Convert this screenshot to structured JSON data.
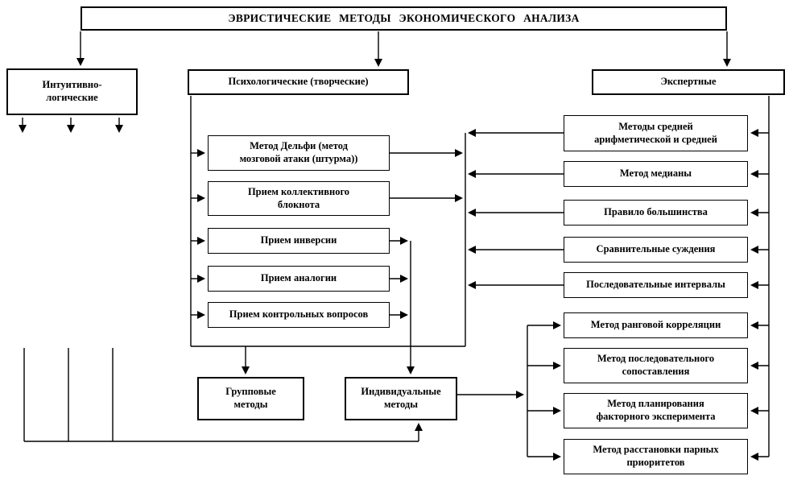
{
  "diagram": {
    "title": "ЭВРИСТИЧЕСКИЕ МЕТОДЫ ЭКОНОМИЧЕСКОГО АНАЛИЗА",
    "categories": {
      "intuitive": "Интуитивно-\nлогические",
      "psychological": "Психологические (творческие)",
      "expert": "Экспертные"
    },
    "psychological_methods": [
      "Метод Дельфи (метод\nмозговой атаки (штурма))",
      "Прием коллективного\nблокнота",
      "Прием инверсии",
      "Прием аналогии",
      "Прием контрольных вопросов"
    ],
    "expert_methods": [
      "Методы средней\nарифметической и средней",
      "Метод медианы",
      "Правило большинства",
      "Сравнительные суждения",
      "Последовательные интервалы",
      "Метод ранговой корреляции",
      "Метод последовательного\nсопоставления",
      "Метод планирования\nфакторного эксперимента",
      "Метод расстановки парных\nприоритетов"
    ],
    "result_groups": {
      "group": "Групповые\nметоды",
      "individual": "Индивидуальные\nметоды"
    },
    "colors": {
      "line": "#000000",
      "background": "#ffffff",
      "box_background": "#ffffff"
    }
  }
}
